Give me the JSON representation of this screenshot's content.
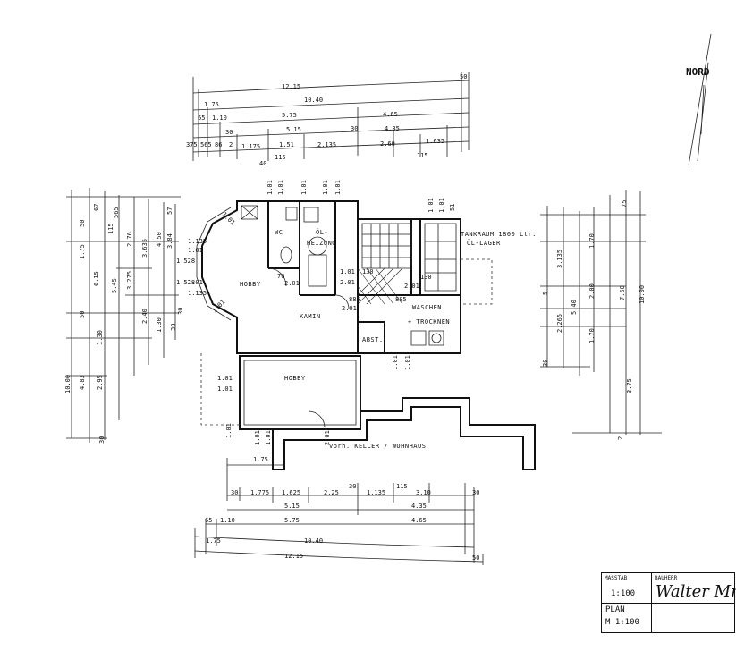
{
  "north_label": "NORD",
  "rooms": {
    "hobby_main": "HOBBY",
    "hobby_lower": "HOBBY",
    "wc": "WC",
    "oel_heizung_1": "ÖL-",
    "oel_heizung_2": "HEIZUNG",
    "kamin": "KAMIN",
    "tankraum": "TANKRAUM 1800 Ltr.",
    "oel_lager": "ÖL-LAGER",
    "waschen": "WASCHEN",
    "trocknen": "+ TROCKNEN",
    "abst": "ABST.",
    "keller": "vorh. KELLER / WOHNHAUS"
  },
  "dims_top": {
    "row1": [
      "12.15",
      "50"
    ],
    "row2": [
      "1.75",
      "10.40"
    ],
    "row3": [
      "65",
      "1.10",
      "5.75",
      "4.65"
    ],
    "row4": [
      "30",
      "5.15",
      "30",
      "4.35"
    ],
    "row5": [
      "375",
      "565",
      "86",
      "2",
      "1.175",
      "1.51",
      "2.135",
      "2.60",
      "1.635"
    ],
    "row6": [
      "40",
      "115",
      "115"
    ]
  },
  "dims_bottom": {
    "row0": [
      "1.75"
    ],
    "row1": [
      "30",
      "1.775",
      "1.625",
      "2.25",
      "30",
      "1.135",
      "115",
      "3.10",
      "30"
    ],
    "row2": [
      "5.15",
      "4.35"
    ],
    "row3": [
      "65",
      "1.10",
      "5.75",
      "4.65"
    ],
    "row4": [
      "1.75",
      "10.40"
    ],
    "row5": [
      "12.15",
      "50"
    ]
  },
  "dims_left": [
    "10.00",
    "4.83",
    "2.95",
    "1.30",
    "6.15",
    "5.45",
    "3.275",
    "2.40",
    "1.75",
    "50",
    "50",
    "67",
    "115",
    "565",
    "2.76",
    "3.635",
    "4.50",
    "3.84",
    "57",
    "30",
    "30",
    "30",
    "1.30"
  ],
  "dims_right": [
    "10.00",
    "7.60",
    "5.40",
    "3.135",
    "2.265",
    "1.70",
    "2.00",
    "1.70",
    "3.75",
    "75",
    "30",
    "5",
    "2"
  ],
  "dims_inner": [
    "1.01",
    "1.01",
    "1.01",
    "1.01",
    "1.01",
    "1.01",
    "1.01",
    "1.01",
    "1.01",
    "1.01",
    "1.01",
    "1.01",
    "2.01",
    "2.01",
    "1.01",
    "130",
    "885",
    "2.01",
    "885",
    "2.01",
    "130",
    "76",
    "2.01",
    "1.135",
    "1.01",
    "1.528",
    "1.01",
    "1.528",
    "1.135",
    "1.01",
    "1.01",
    "1.01",
    "1.01",
    "51"
  ],
  "title_block": {
    "masstab_label": "MASSTAB",
    "masstab_value": "1:100",
    "bauherr_label": "BAUHERR",
    "signature": "Walter Mn",
    "plan_label": "PLAN",
    "plan_value": "M 1:100"
  }
}
